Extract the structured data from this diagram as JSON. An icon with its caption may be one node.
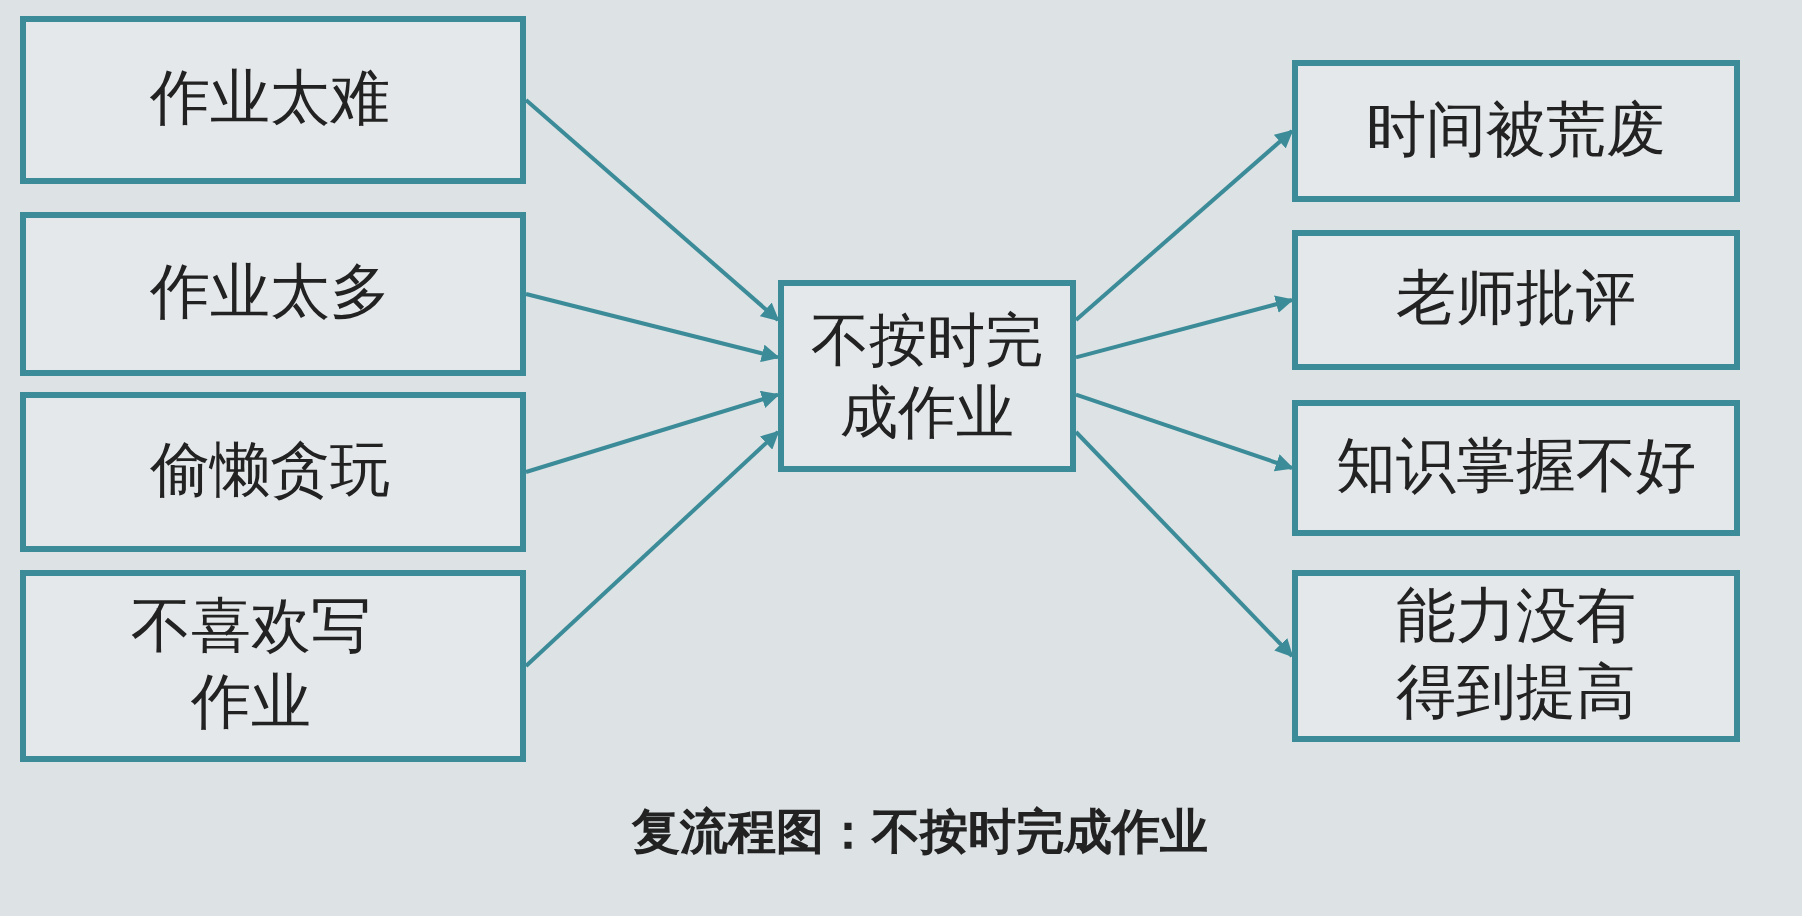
{
  "diagram": {
    "caption": "复流程图：不按时完成作业",
    "nodes": [
      {
        "text": [
          "作业太难"
        ]
      },
      {
        "text": [
          "作业太多"
        ]
      },
      {
        "text": [
          "偷懒贪玩"
        ]
      },
      {
        "text": [
          "不喜欢写作业"
        ]
      },
      {
        "text": [
          "不按时完成作业"
        ]
      },
      {
        "text": [
          "时间被荒废"
        ]
      },
      {
        "text": [
          "老师批评"
        ]
      },
      {
        "text": [
          "知识掌握不好"
        ]
      },
      {
        "text": [
          "能力没有得到提高"
        ]
      }
    ],
    "edges": [
      {
        "from": 0,
        "to": 4,
        "arrow": "to"
      },
      {
        "from": 1,
        "to": 4,
        "arrow": "to"
      },
      {
        "from": 2,
        "to": 4,
        "arrow": "to"
      },
      {
        "from": 3,
        "to": 4,
        "arrow": "to"
      },
      {
        "from": 4,
        "to": 5,
        "arrow": "to"
      },
      {
        "from": 4,
        "to": 6,
        "arrow": "to"
      },
      {
        "from": 4,
        "to": 7,
        "arrow": "to"
      },
      {
        "from": 4,
        "to": 8,
        "arrow": "to"
      }
    ]
  }
}
